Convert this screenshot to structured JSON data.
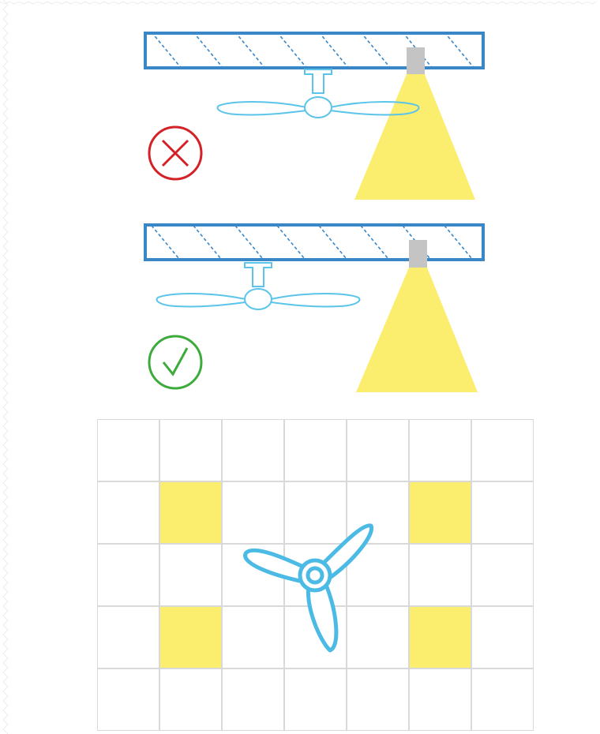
{
  "colors": {
    "ceiling_border": "#3a87c7",
    "ceiling_hatch": "#3a87c7",
    "fan_outline": "#5bc4ea",
    "light_fixture": "#c4c4c4",
    "light_beam": "#fbed6d",
    "wrong_mark": "#d42027",
    "correct_mark": "#3daa3c",
    "grid_line": "#d9d9d9",
    "grid_light": "#fbed6d"
  },
  "icons": {
    "wrong": "cross-circle-icon",
    "correct": "check-circle-icon",
    "fan_side": "ceiling-fan-side-icon",
    "fan_top": "ceiling-fan-top-icon",
    "downlight": "downlight-icon"
  },
  "layout_grid": {
    "rows": 5,
    "columns": 7,
    "lit_cells": [
      [
        1,
        1
      ],
      [
        1,
        5
      ],
      [
        3,
        1
      ],
      [
        3,
        5
      ]
    ],
    "fan_center_cell": [
      2,
      3
    ]
  }
}
